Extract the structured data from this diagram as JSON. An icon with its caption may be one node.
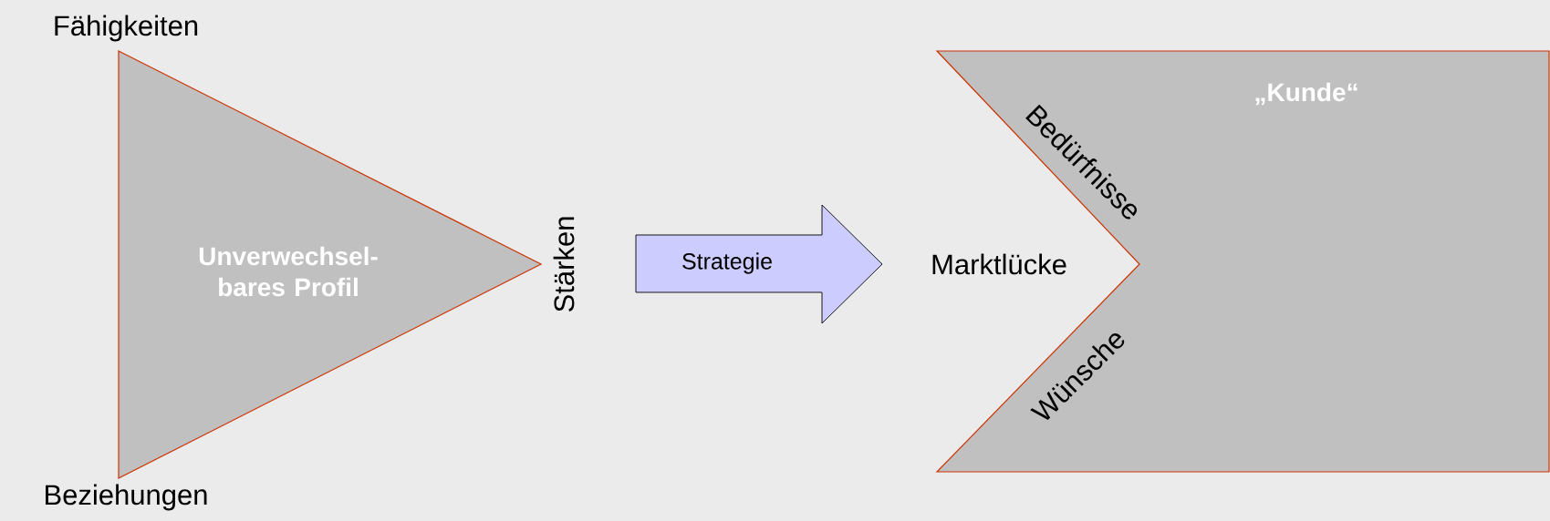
{
  "diagram": {
    "nodes": [
      {
        "text": [
          "Unverwechsel- bares Profil"
        ],
        "beside": [
          "Fähigkeiten",
          "Beziehungen",
          "Stärken"
        ]
      },
      {
        "text": [
          "Strategie"
        ]
      },
      {
        "text": [
          "„Kunde“",
          "Bedürfnisse",
          "Wünsche"
        ],
        "beside": [
          "Marktlücke"
        ]
      }
    ]
  }
}
